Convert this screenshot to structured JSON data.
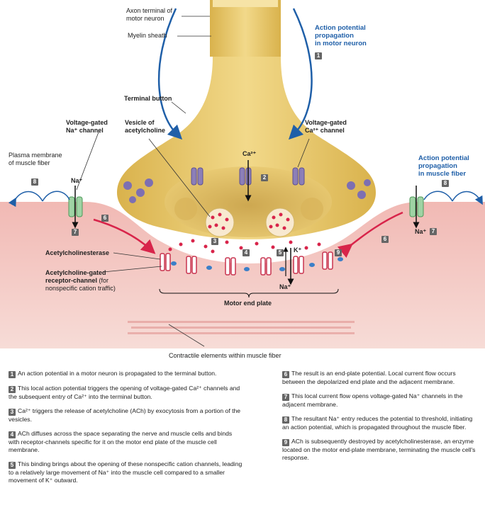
{
  "labels": {
    "axon_terminal": "Axon terminal of\nmotor neuron",
    "myelin": "Myelin sheath",
    "ap_neuron": "Action potential\npropagation\nin motor neuron",
    "terminal_button": "Terminal button",
    "vesicle": "Vesicle of\nacetylcholine",
    "vg_na": "Voltage-gated\nNa⁺ channel",
    "vg_ca": "Voltage-gated\nCa²⁺ channel",
    "ap_muscle": "Action potential\npropagation\nin muscle fiber",
    "plasma": "Plasma membrane\nof muscle fiber",
    "ca": "Ca²⁺",
    "na_left": "Na⁺",
    "na_right": "Na⁺",
    "na_bottom": "Na⁺",
    "k": "K⁺",
    "ache": "Acetylcholinesterase",
    "receptor_bold": "Acetylcholine-gated\nreceptor-channel",
    "receptor_extra": " (for\nnonspecific cation traffic)",
    "end_plate": "Motor end plate",
    "contractile": "Contractile elements within muscle fiber"
  },
  "badges": {
    "b1": "1",
    "b2": "2",
    "b3": "3",
    "b4": "4",
    "b5": "5",
    "b6l": "6",
    "b6r": "6",
    "b7l": "7",
    "b7r": "7",
    "b8l": "8",
    "b8r": "8",
    "b9": "9"
  },
  "steps": [
    {
      "n": "1",
      "text": "An action potential in a motor neuron is propagated to the terminal button."
    },
    {
      "n": "2",
      "text": "This local action potential triggers the opening of voltage-gated Ca²⁺ channels and the subsequent entry of Ca²⁺ into the terminal button."
    },
    {
      "n": "3",
      "text": "Ca²⁺ triggers the release of acetylcholine (ACh) by exocytosis from a portion of the vesicles."
    },
    {
      "n": "4",
      "text": "ACh diffuses across the space separating the nerve and muscle cells and binds with receptor-channels specific for it on the motor end plate of the muscle cell membrane."
    },
    {
      "n": "5",
      "text": "This binding brings about the opening of these nonspecific cation channels, leading to a relatively large movement of Na⁺ into the muscle cell compared to a smaller movement of K⁺ outward."
    },
    {
      "n": "6",
      "text": "The result is an end-plate potential. Local current flow occurs between the depolarized end plate and the adjacent membrane."
    },
    {
      "n": "7",
      "text": "This local current flow opens voltage-gated Na⁺ channels in the adjacent membrane."
    },
    {
      "n": "8",
      "text": "The resultant Na⁺ entry reduces the potential to threshold, initiating an action potential, which is propagated throughout the muscle fiber."
    },
    {
      "n": "9",
      "text": "ACh is subsequently destroyed by acetylcholinesterase, an enzyme located on the motor end-plate membrane, terminating the muscle cell's response."
    }
  ],
  "colors": {
    "neuron": "#e9c866",
    "neuron_dark": "#c9a340",
    "muscle": "#f3c4c0",
    "muscle_dark": "#e39a97",
    "arrow_blue": "#1f5fa8",
    "arrow_red": "#d8244a",
    "channel_purple": "#8c7fb8",
    "channel_green": "#9fd3a4",
    "receptor": "#c8334f"
  }
}
